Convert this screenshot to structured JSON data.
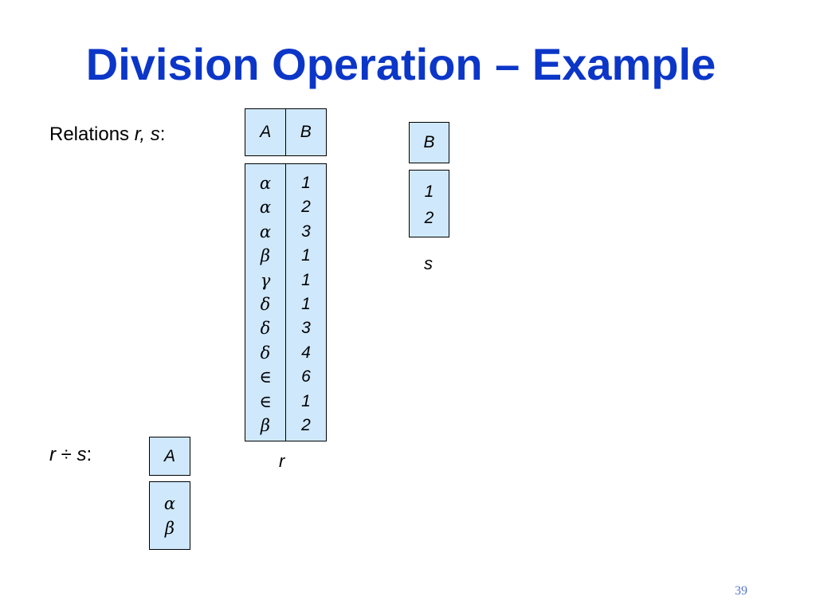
{
  "title": "Division Operation – Example",
  "relations_label": {
    "prefix": "Relations ",
    "vars": "r, s",
    "suffix": ":"
  },
  "division_label": {
    "left": "r",
    "op": " ÷ ",
    "right": "s",
    "suffix": ":"
  },
  "relation_r": {
    "caption": "r",
    "headers": [
      "A",
      "B"
    ],
    "rows": [
      [
        "α",
        "1"
      ],
      [
        "α",
        "2"
      ],
      [
        "α",
        "3"
      ],
      [
        "β",
        "1"
      ],
      [
        "γ",
        "1"
      ],
      [
        "δ",
        "1"
      ],
      [
        "δ",
        "3"
      ],
      [
        "δ",
        "4"
      ],
      [
        "∈",
        "6"
      ],
      [
        "∈",
        "1"
      ],
      [
        "β",
        "2"
      ]
    ]
  },
  "relation_s": {
    "caption": "s",
    "headers": [
      "B"
    ],
    "rows": [
      [
        "1"
      ],
      [
        "2"
      ]
    ]
  },
  "result": {
    "headers": [
      "A"
    ],
    "rows": [
      [
        "α"
      ],
      [
        "β"
      ]
    ]
  },
  "page_number": "39",
  "colors": {
    "title": "#0b36c8",
    "box_fill": "#cfe8fb"
  }
}
